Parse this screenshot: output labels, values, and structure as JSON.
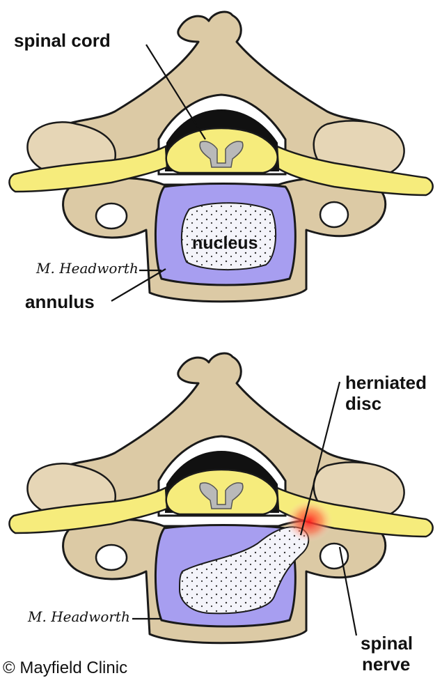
{
  "labels": {
    "spinal_cord": "spinal cord",
    "nucleus": "nucleus",
    "annulus": "annulus",
    "herniated_disc_line1": "herniated",
    "herniated_disc_line2": "disc",
    "spinal_nerve_line1": "spinal",
    "spinal_nerve_line2": "nerve"
  },
  "signature": "M. Headworth",
  "copyright": "© Mayfield Clinic",
  "colors": {
    "bone": "#dccaa5",
    "nerve": "#f6ec7c",
    "annulus": "#a79ef0",
    "nucleus": "#f4f4fa",
    "herniation_glow": "#ff2a2a"
  }
}
